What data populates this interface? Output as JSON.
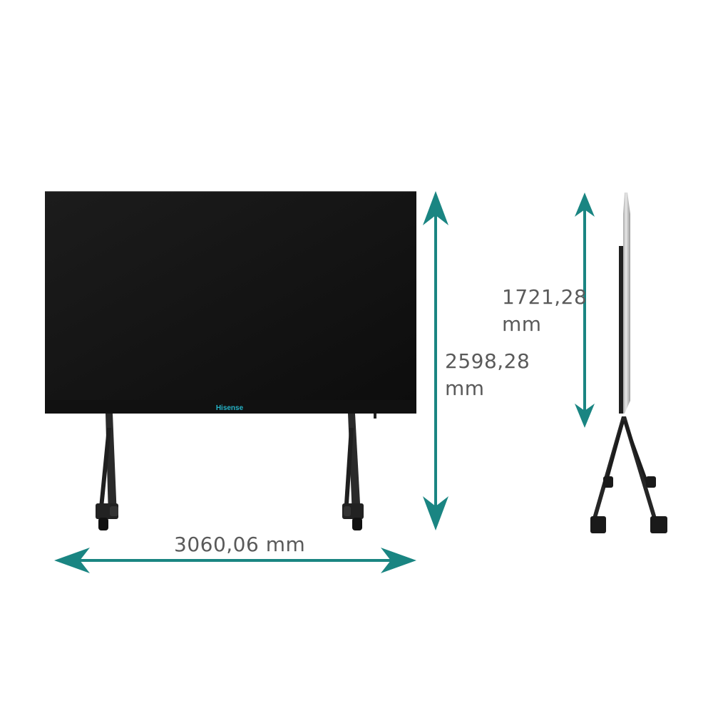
{
  "brand_logo": "Hisense",
  "dimensions": {
    "total_width": "3060,06 mm",
    "total_height": {
      "value": "2598,28",
      "unit": "mm"
    },
    "screen_height": {
      "value": "1721,28",
      "unit": "mm"
    }
  },
  "colors": {
    "arrow": "#1a8582",
    "logo": "#25b4c8",
    "screen": "#141414",
    "stand": "#2a2a2a",
    "label": "#5a5a5a"
  },
  "icons": {
    "arrow_style": "double-headed-arrow"
  }
}
